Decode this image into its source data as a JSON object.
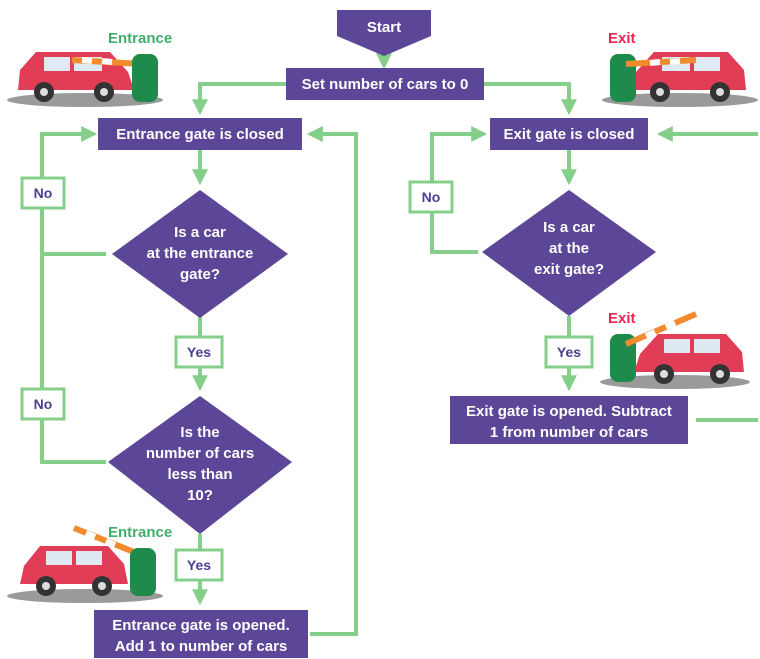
{
  "colors": {
    "node_fill": "#5c4697",
    "arrow": "#86cf8a",
    "label_text": "#4a3e8f",
    "entrance_sign": "#3fae6a",
    "exit_sign": "#e8274e",
    "car_body": "#e23d57",
    "barrier": "#f28a2e",
    "gate_post": "#1e8a4b"
  },
  "start": {
    "label": "Start"
  },
  "init": {
    "label": "Set number of cars to 0"
  },
  "entrance": {
    "closed": "Entrance gate is closed",
    "question1": [
      "Is a car",
      "at the entrance",
      "gate?"
    ],
    "question2": [
      "Is the",
      "number of cars",
      "less than",
      "10?"
    ],
    "opened": [
      "Entrance gate is opened.",
      "Add 1 to number of cars"
    ],
    "sign": "Entrance"
  },
  "exit": {
    "closed": "Exit gate is closed",
    "question": [
      "Is a car",
      "at the",
      "exit gate?"
    ],
    "opened": [
      "Exit gate is opened. Subtract",
      "1 from number of cars"
    ],
    "sign": "Exit"
  },
  "labels": {
    "yes": "Yes",
    "no": "No"
  },
  "icons": [
    "car-icon",
    "gate-barrier-icon"
  ]
}
